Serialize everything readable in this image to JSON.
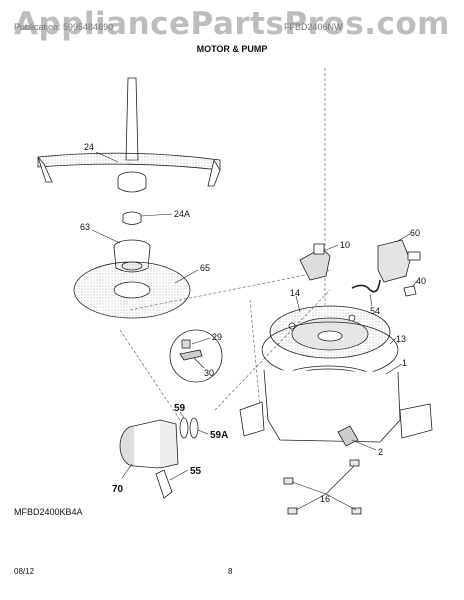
{
  "header": {
    "watermark": "AppliancePartsPros.com",
    "model_left": "Publication: 5995484690",
    "model_right": "FFBD2406NW",
    "section_title": "MOTOR & PUMP"
  },
  "callouts": {
    "p24": "24",
    "p24a": "24A",
    "p63": "63",
    "p65": "65",
    "p10": "10",
    "p60": "60",
    "p40": "40",
    "p54": "54",
    "p14": "14",
    "p13": "13",
    "p1": "1",
    "p29": "29",
    "p30": "30",
    "p59": "59",
    "p59a": "59A",
    "p2": "2",
    "p55": "55",
    "p70": "70",
    "p16": "16"
  },
  "footer": {
    "diagram_code": "MFBD2400KB4A",
    "date": "08/12",
    "page": "8"
  }
}
